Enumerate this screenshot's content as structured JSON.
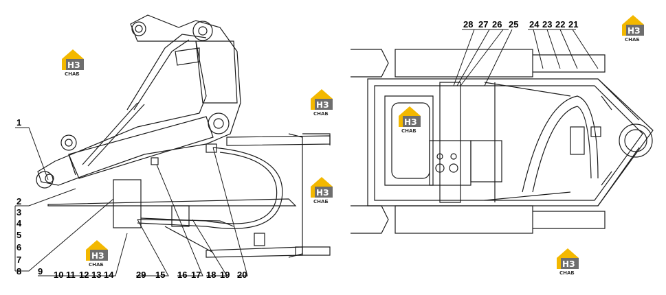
{
  "left_callouts": [
    "1",
    "2",
    "3",
    "4",
    "5",
    "6",
    "7",
    "8",
    "9",
    "10",
    "11",
    "12",
    "13",
    "14",
    "29",
    "15",
    "16",
    "17",
    "18",
    "19",
    "20"
  ],
  "right_callouts": [
    "28",
    "27",
    "26",
    "25",
    "24",
    "23",
    "22",
    "21"
  ],
  "logo": {
    "main": "НЗ",
    "sub": "CHAБ"
  },
  "colors": {
    "line": "#1a1a1a",
    "logo_yellow": "#f3b800",
    "logo_grey": "#6e6e6e"
  }
}
